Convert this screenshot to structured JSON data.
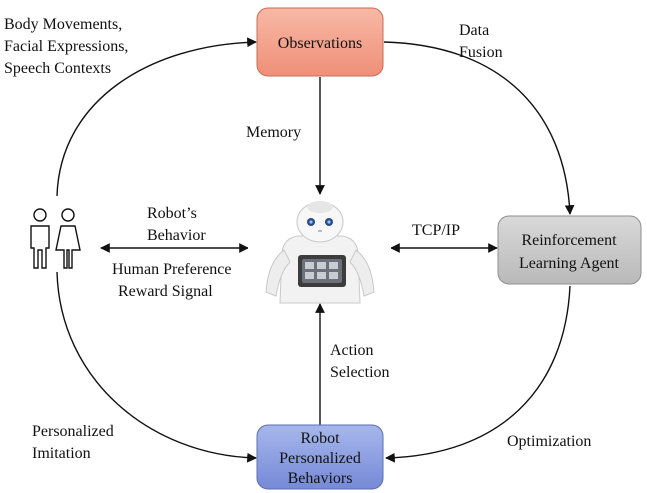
{
  "nodes": {
    "observations": {
      "label": "Observations",
      "fill": "#f4a08a",
      "stroke": "#c96b55"
    },
    "rl_agent": {
      "line1": "Reinforcement",
      "line2": "Learning Agent",
      "fill": "#c8c8c8",
      "stroke": "#8e8e8e"
    },
    "behaviors": {
      "line1": "Robot",
      "line2": "Personalized",
      "line3": "Behaviors",
      "fill": "#8a9fe0",
      "stroke": "#5a6fb5"
    }
  },
  "labels": {
    "inputs": [
      "Body Movements,",
      "Facial Expressions,",
      "Speech Contexts"
    ],
    "data_fusion": [
      "Data",
      "Fusion"
    ],
    "memory": "Memory",
    "robot_behavior": [
      "Robot’s",
      "Behavior"
    ],
    "human_preference": [
      "Human Preference",
      "Reward Signal"
    ],
    "tcpip": "TCP/IP",
    "action_selection": [
      "Action",
      "Selection"
    ],
    "personalized_imitation": [
      "Personalized",
      "Imitation"
    ],
    "optimization": "Optimization"
  },
  "icons": {
    "humans": "two-people-icon",
    "robot": "humanoid-robot-icon"
  }
}
